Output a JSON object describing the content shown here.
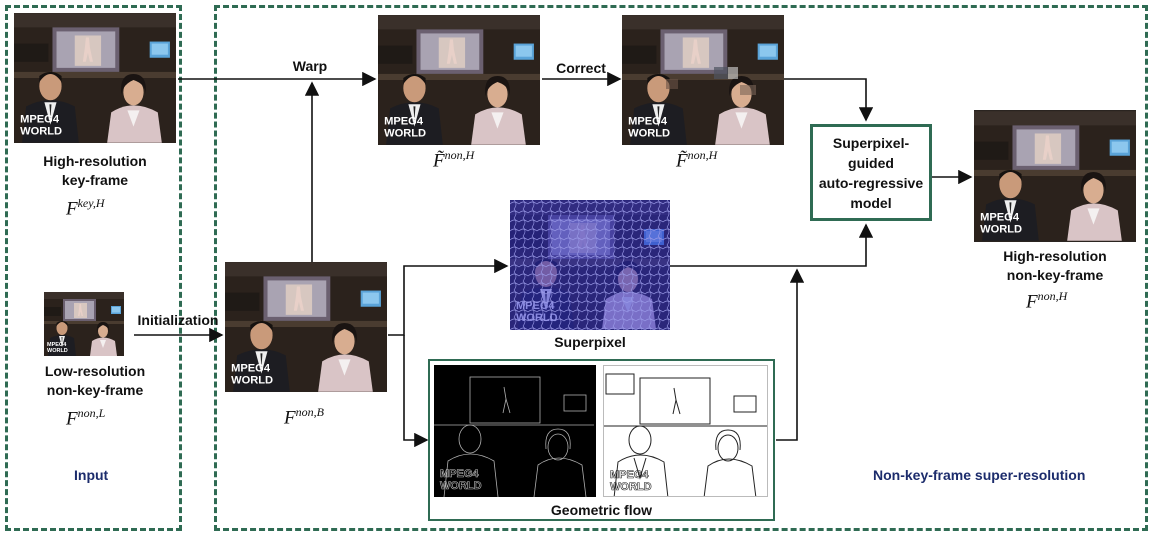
{
  "input_panel": {
    "section_label": "Input",
    "high_res_key_frame": {
      "label_line1": "High-resolution",
      "label_line2": "key-frame",
      "symbol_base": "F",
      "symbol_sup": "key,H"
    },
    "low_res_non_key_frame": {
      "label_line1": "Low-resolution",
      "label_line2": "non-key-frame",
      "symbol_base": "F",
      "symbol_sup": "non,L"
    }
  },
  "main_panel": {
    "section_label": "Non-key-frame super-resolution",
    "initialization_label": "Initialization",
    "warp_label": "Warp",
    "correct_label": "Correct",
    "bicubic_symbol": {
      "base": "F",
      "sup": "non,B"
    },
    "warped_symbol": {
      "base": "F̃",
      "sup": "non,H"
    },
    "corrected_symbol": {
      "base": "F̃",
      "sup": "non,H"
    },
    "superpixel_label": "Superpixel",
    "geometric_flow_label": "Geometric flow",
    "model_box": {
      "line1": "Superpixel-guided",
      "line2": "auto-regressive",
      "line3": "model"
    },
    "output": {
      "label_line1": "High-resolution",
      "label_line2": "non-key-frame",
      "symbol_base": "F",
      "symbol_sup": "non,H"
    }
  },
  "frame_text": {
    "line1": "MPEG4",
    "line2": "WORLD"
  },
  "colors": {
    "panel_border": "#2f6b53",
    "section_label": "#1c2c6c",
    "superpixel_tint": "#3b3bd6"
  }
}
